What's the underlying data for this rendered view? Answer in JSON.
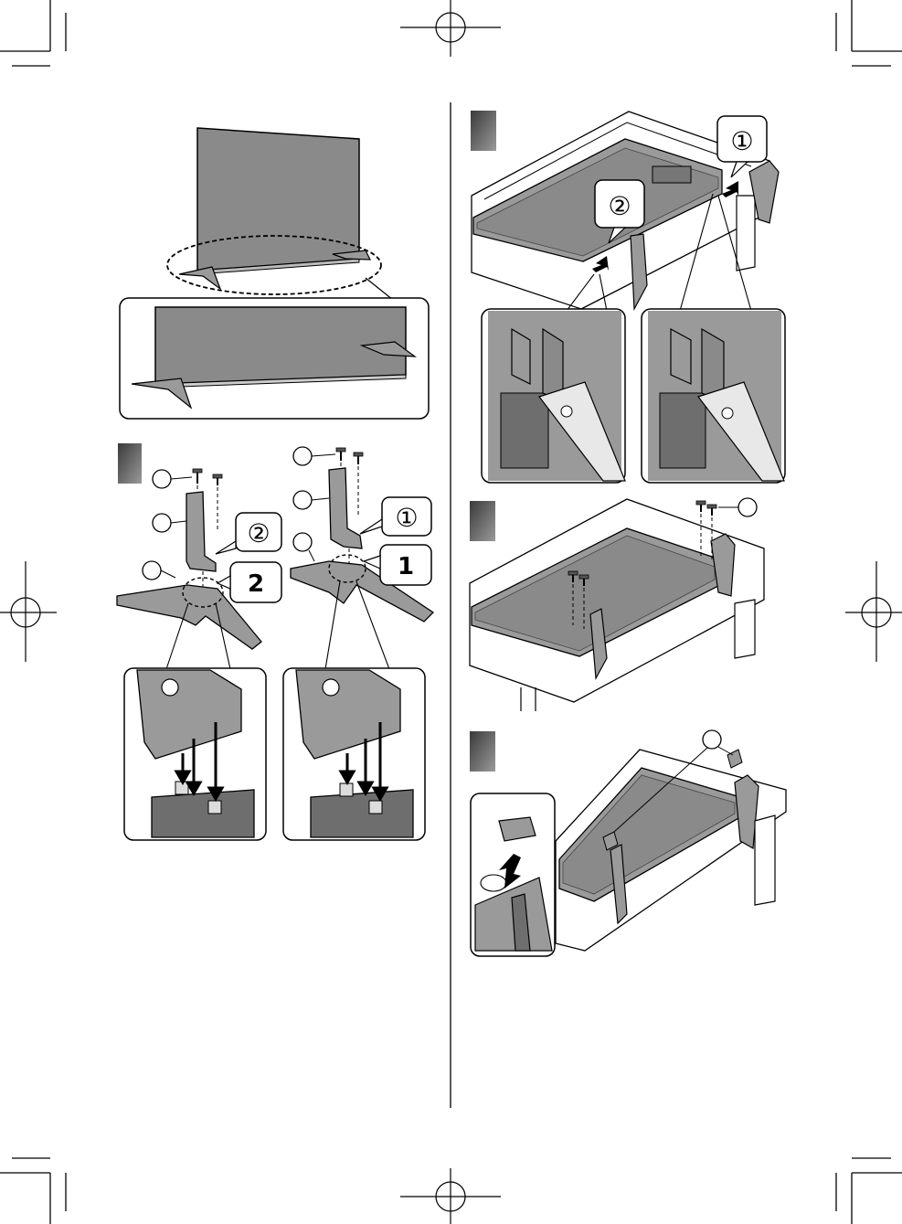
{
  "callouts": {
    "circled_1": "①",
    "circled_2": "②",
    "number_1": "1",
    "number_2": "2"
  },
  "colors": {
    "line": "#000000",
    "screen": "#8a8a8a",
    "stand_grey": "#9a9a9a",
    "dark_grey": "#6e6e6e",
    "step_marker": "#555555",
    "panel_bg": "#ffffff"
  },
  "icons": [
    "registration-mark-icon",
    "crop-mark-icon",
    "arrow-icon",
    "screw-icon"
  ]
}
